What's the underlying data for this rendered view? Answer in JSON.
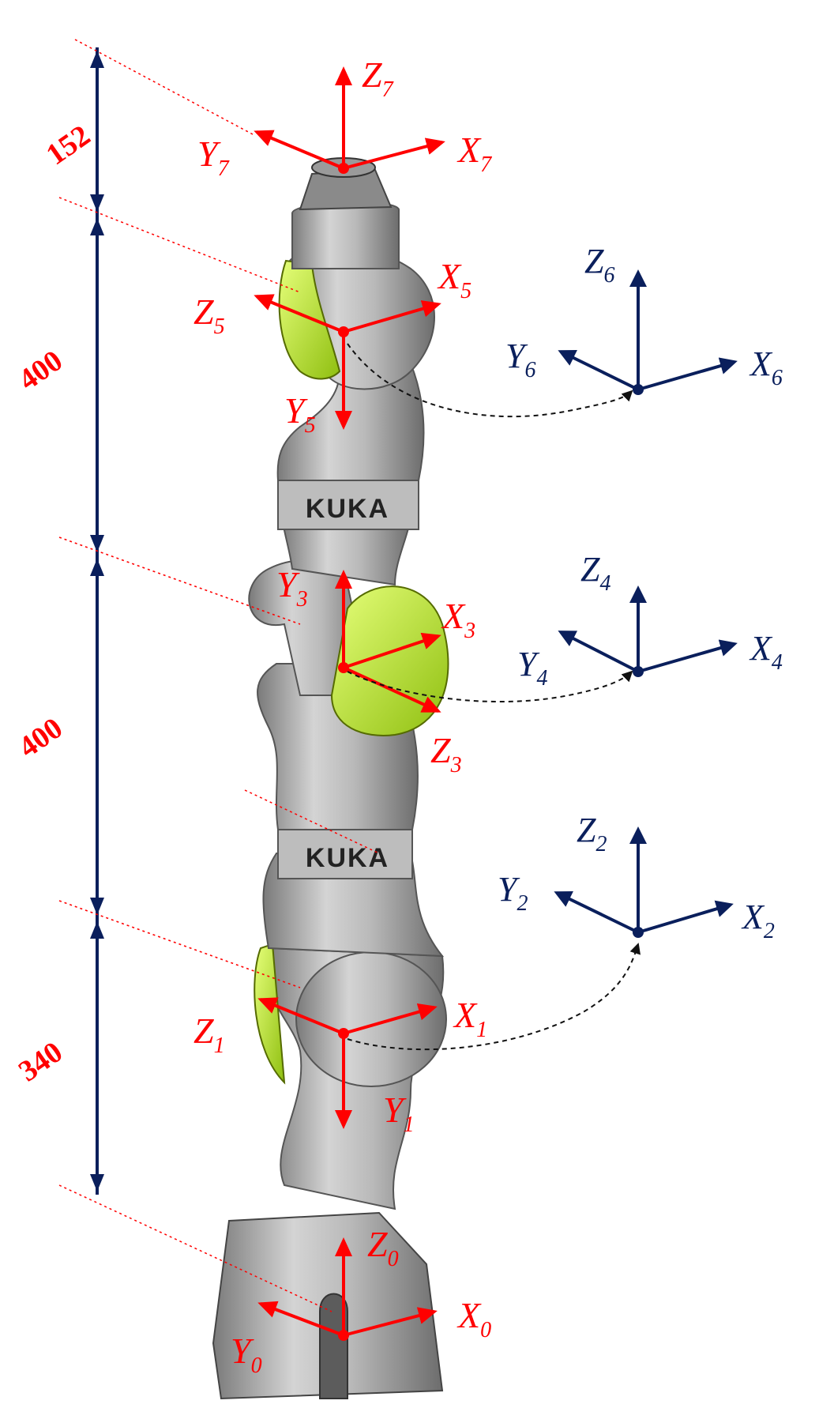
{
  "colors": {
    "red_frames": "#ff0000",
    "blue_frames": "#0a1f5c",
    "dimension_lines": "#0a1f5c",
    "robot_body": "#a8a8a8",
    "robot_accent": "#b8e02a"
  },
  "dimensions": [
    "152",
    "400",
    "400",
    "340"
  ],
  "brand": "KUKA",
  "frames": {
    "f7": {
      "z": "Z",
      "zs": "7",
      "y": "Y",
      "ys": "7",
      "x": "X",
      "xs": "7"
    },
    "f5": {
      "z": "Z",
      "zs": "5",
      "y": "Y",
      "ys": "5",
      "x": "X",
      "xs": "5"
    },
    "f3": {
      "z": "Z",
      "zs": "3",
      "y": "Y",
      "ys": "3",
      "x": "X",
      "xs": "3"
    },
    "f1": {
      "z": "Z",
      "zs": "1",
      "y": "Y",
      "ys": "1",
      "x": "X",
      "xs": "1"
    },
    "f0": {
      "z": "Z",
      "zs": "0",
      "y": "Y",
      "ys": "0",
      "x": "X",
      "xs": "0"
    },
    "f6": {
      "z": "Z",
      "zs": "6",
      "y": "Y",
      "ys": "6",
      "x": "X",
      "xs": "6"
    },
    "f4": {
      "z": "Z",
      "zs": "4",
      "y": "Y",
      "ys": "4",
      "x": "X",
      "xs": "4"
    },
    "f2": {
      "z": "Z",
      "zs": "2",
      "y": "Y",
      "ys": "2",
      "x": "X",
      "xs": "2"
    }
  }
}
